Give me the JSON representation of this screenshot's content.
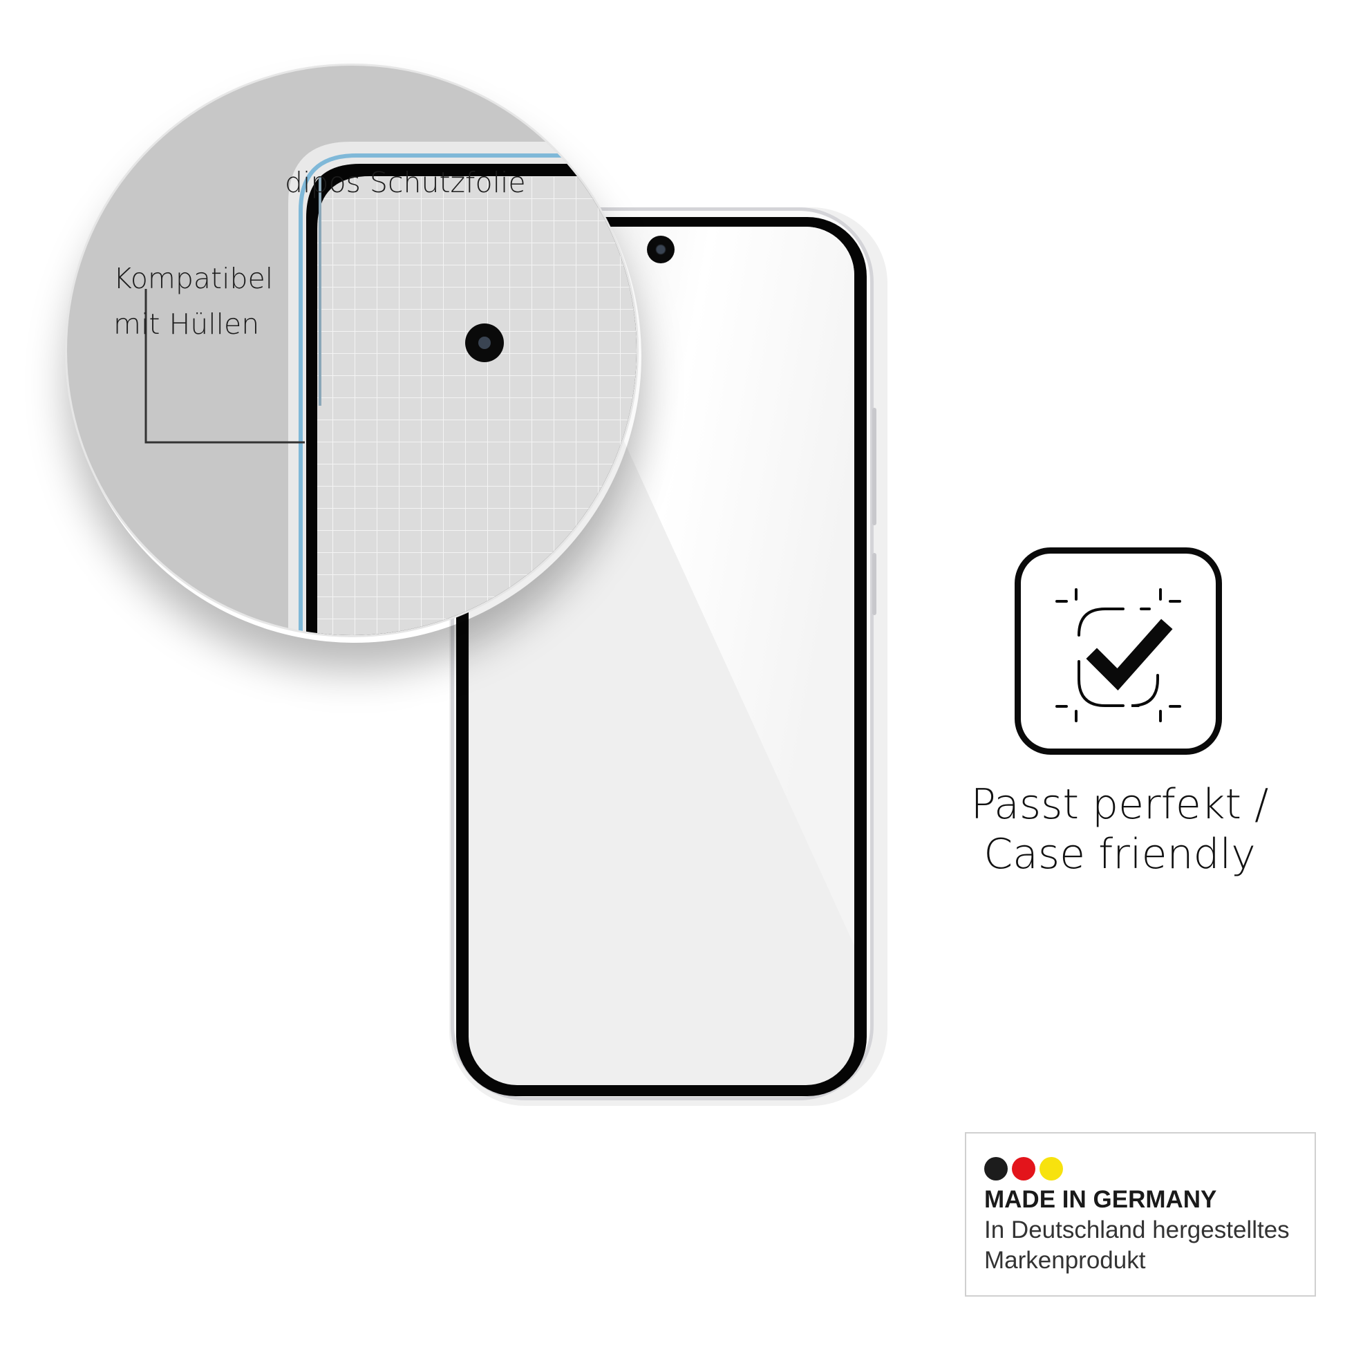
{
  "callouts": {
    "protector_label": "dipos Schutzfolie",
    "case_compat_line1": "Kompatibel",
    "case_compat_line2": "mit Hüllen"
  },
  "feature": {
    "icon": "fit-check-icon",
    "line1": "Passt perfekt /",
    "line2": "Case friendly"
  },
  "badge": {
    "flag_colors": [
      "#1c1c1c",
      "#e3141b",
      "#f7e20e"
    ],
    "title": "MADE IN GERMANY",
    "line1": "In Deutschland hergestelltes",
    "line2": "Markenprodukt"
  },
  "colors": {
    "magnifier_bg": "#c7c7c7",
    "protector_edge": "#7fb8d8",
    "bezel": "#050505"
  }
}
